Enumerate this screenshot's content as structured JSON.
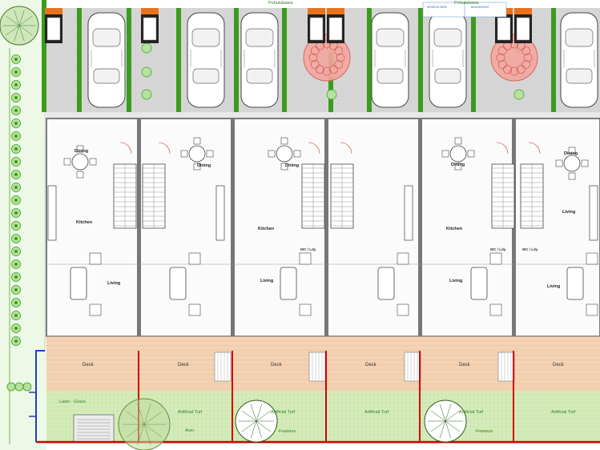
{
  "plan": {
    "rooms": {
      "dining": "Dining",
      "kitchen": "Kitchen",
      "living": "Living",
      "wc": "WC / Ldy",
      "deck": "Deck",
      "turf": "Artificial Turf",
      "lawn": "Lawn - Grass"
    },
    "trees": {
      "acer": "Acer",
      "fraxinus": "Fraxinus",
      "pohutukawa": "Pohutukawa",
      "ptaw": "Pohutukawa"
    },
    "legend": {
      "text_a": "WHEELIE BINS",
      "text_b": "BIN/PARKING"
    },
    "colors": {
      "boundary": "#d40000",
      "fence": "#1f3fc8",
      "hedge": "#3a9c1e",
      "paving": "#d4d4d4",
      "deck": "#f3cfb0",
      "turf": "#cfe9b3",
      "bin": "#e8731e"
    }
  }
}
